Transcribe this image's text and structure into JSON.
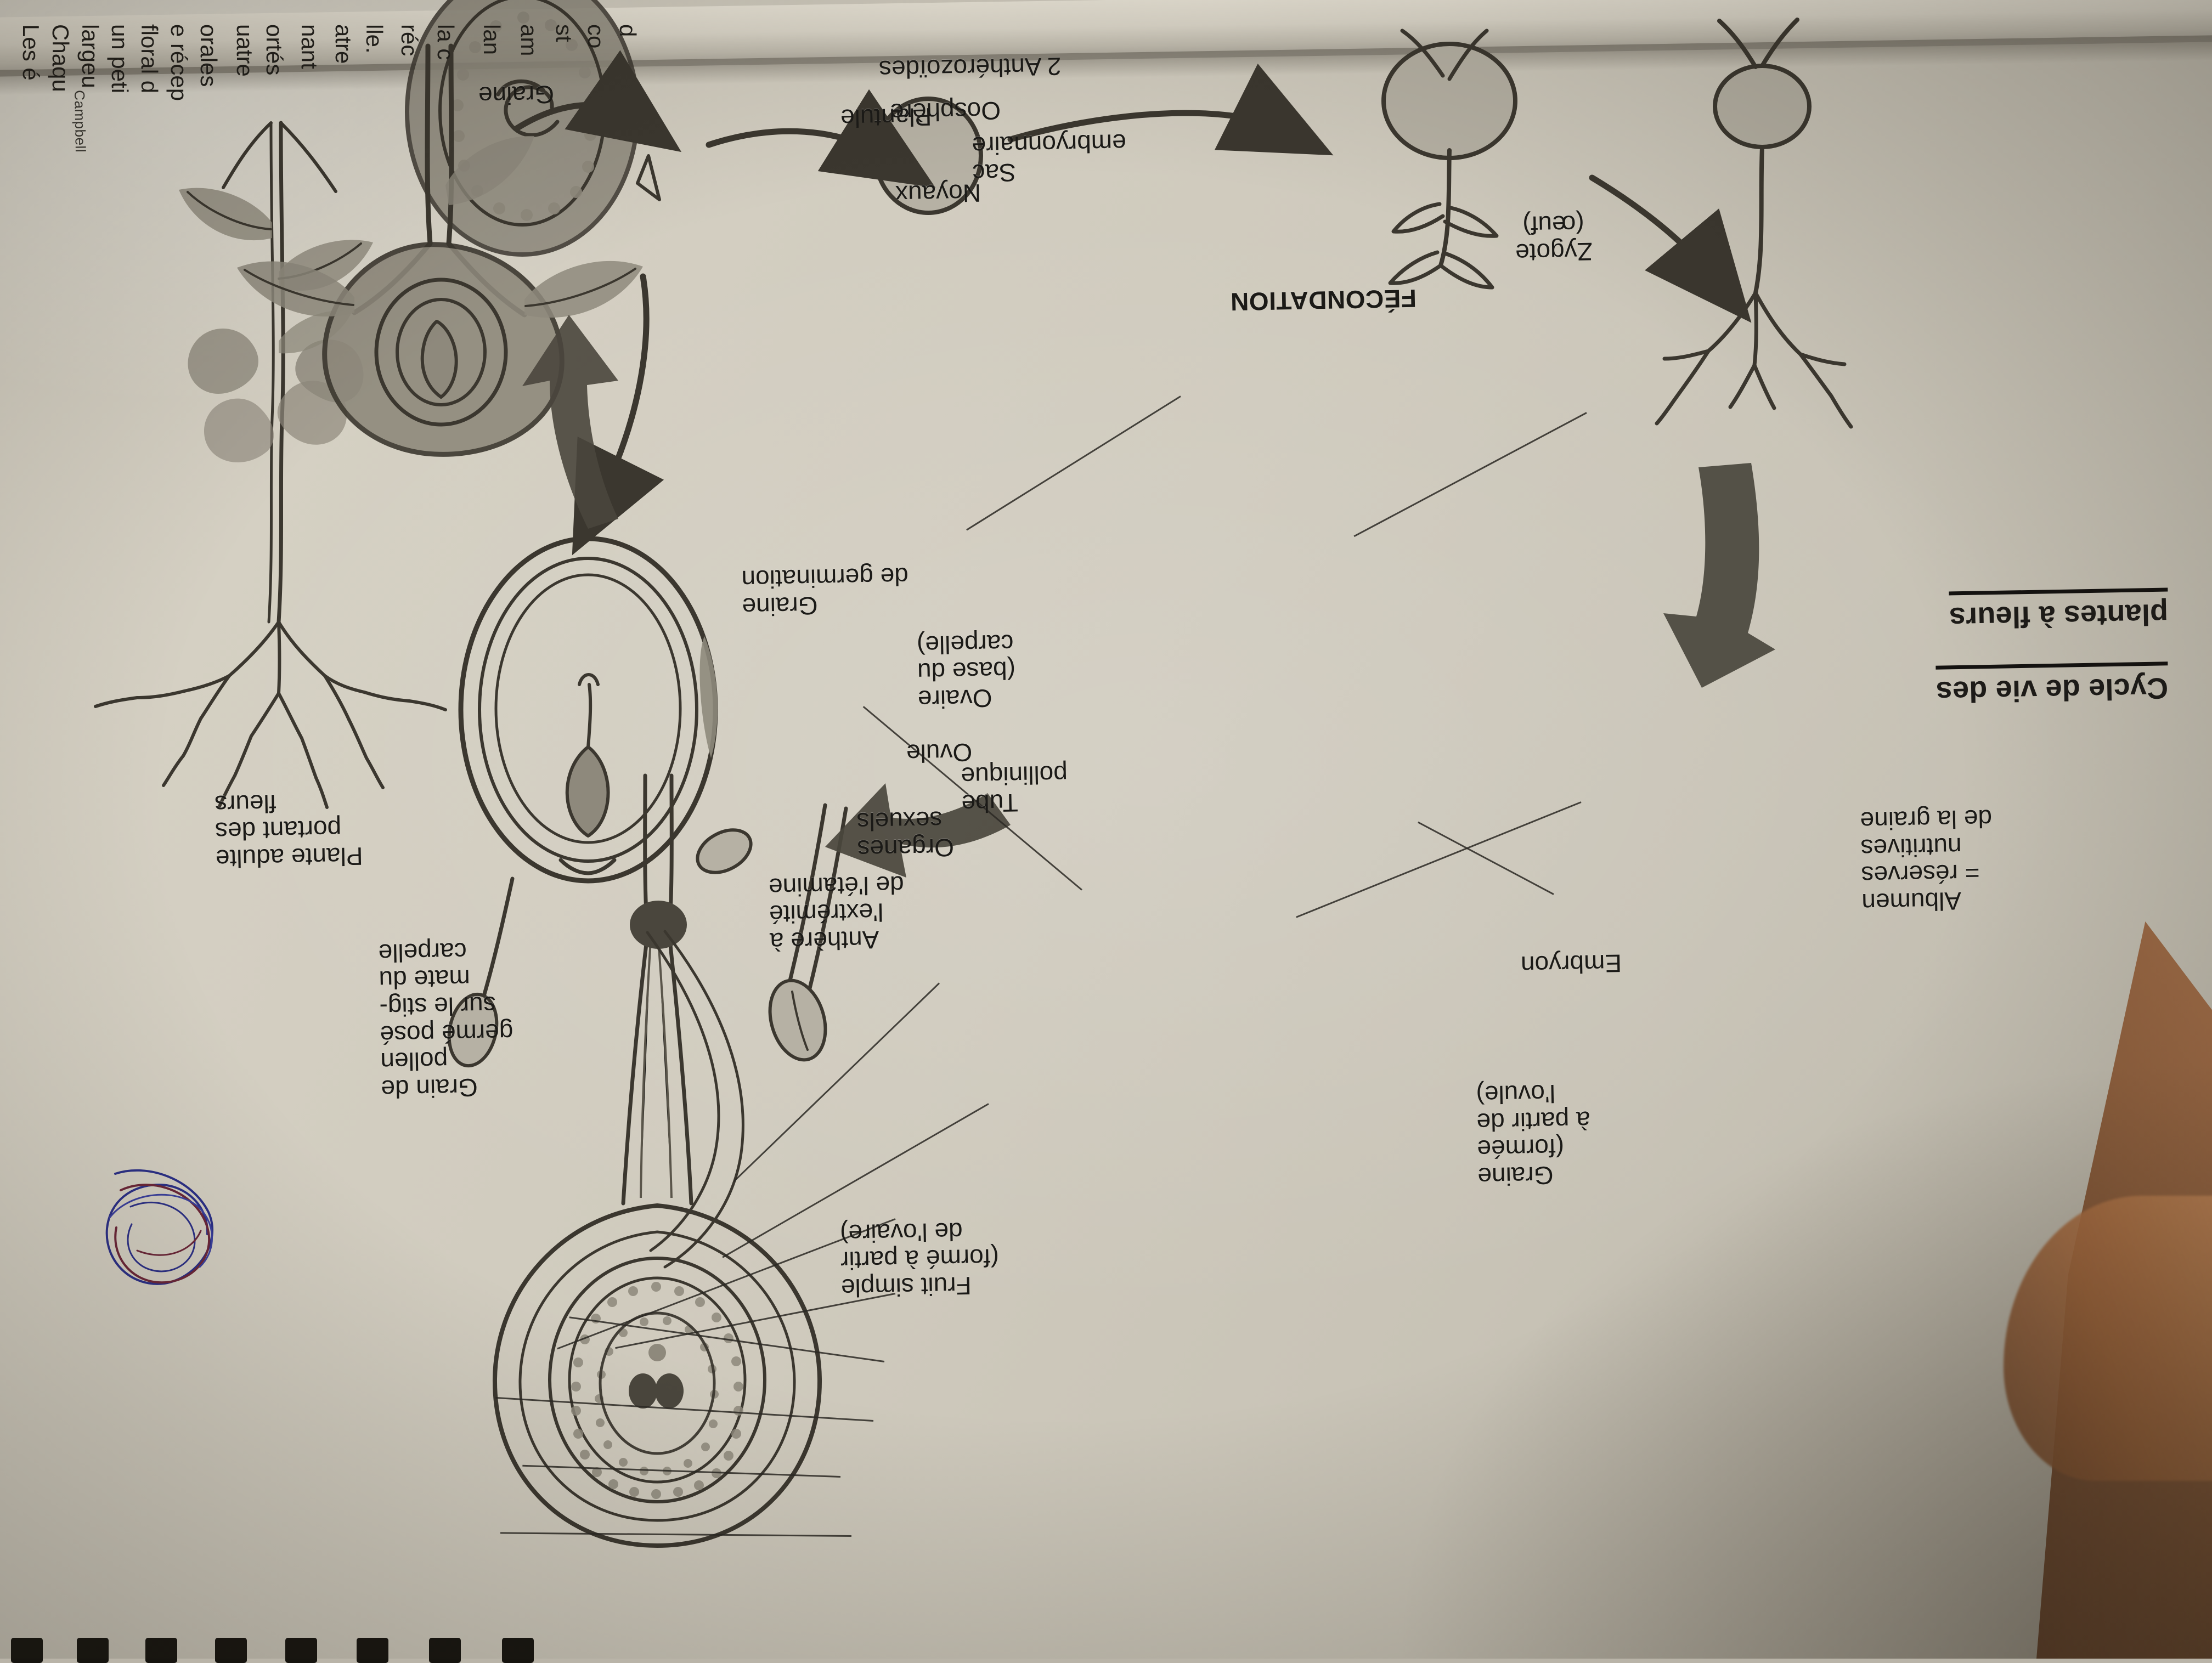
{
  "page": {
    "headings": [
      {
        "text": "Cycle de vie des",
        "partial": true
      },
      {
        "text": "plantes à fleurs",
        "partial": true
      }
    ],
    "credit": "Campbell"
  },
  "facing_page": {
    "visible_fragments": [
      "Les é",
      "Chaqu",
      "largeu",
      "un peti",
      "floral d",
      "e récep",
      "orales",
      "uatre",
      "ortés",
      "nant",
      "atre",
      "lle.",
      "réc",
      "la c",
      "lan",
      "am",
      "st",
      "co",
      "d"
    ]
  },
  "diagram": {
    "title": "Cycle de vie des plantes à fleurs",
    "labels": [
      {
        "id": "antherozoides",
        "text": "2 Anthérozoïdes"
      },
      {
        "id": "oosphere",
        "text": "Oosphère"
      },
      {
        "id": "sac-embryonnaire",
        "text": "Sac\nembryonnaire"
      },
      {
        "id": "fecondation",
        "text": "FÉCONDATION"
      },
      {
        "id": "zygote",
        "text": "Zygote\n(œuf)"
      },
      {
        "id": "noyaux",
        "text": "Noyaux"
      },
      {
        "id": "ovule",
        "text": "Ovule"
      },
      {
        "id": "ovaire",
        "text": "Ovaire\n(base du\ncarpelle)"
      },
      {
        "id": "tube-pollinique",
        "text": "Tube\npollinique"
      },
      {
        "id": "grain-pollen",
        "text": "Grain de\npollen\ngermé posé\nsur le stig-\nmate du\ncarpelle"
      },
      {
        "id": "anthere",
        "text": "Anthère à\nl'extrémité\nde l'étamine"
      },
      {
        "id": "organes-sexuels",
        "text": "Organes\nsexuels"
      },
      {
        "id": "plante-adulte",
        "text": "Plante adulte\nportant des\nfleurs"
      },
      {
        "id": "embryon",
        "text": "Embryon"
      },
      {
        "id": "albumen",
        "text": "Albumen\n= réserves\nnutritives\nde la graine"
      },
      {
        "id": "graine-ovule",
        "text": "Graine\n(formée\nà partir de\nl'ovule)"
      },
      {
        "id": "fruit-simple",
        "text": "Fruit simple\n(formé à partir\nde l'ovaire)"
      },
      {
        "id": "graine",
        "text": "Graine"
      },
      {
        "id": "graine-germination",
        "text": "Graine\nde germination"
      },
      {
        "id": "plantule",
        "text": "Plantule"
      }
    ]
  },
  "colors": {
    "paper": "#d4cfc2",
    "ink": "#1b1a17",
    "pencil": "#3b372f",
    "desk": "#8d5c39"
  }
}
